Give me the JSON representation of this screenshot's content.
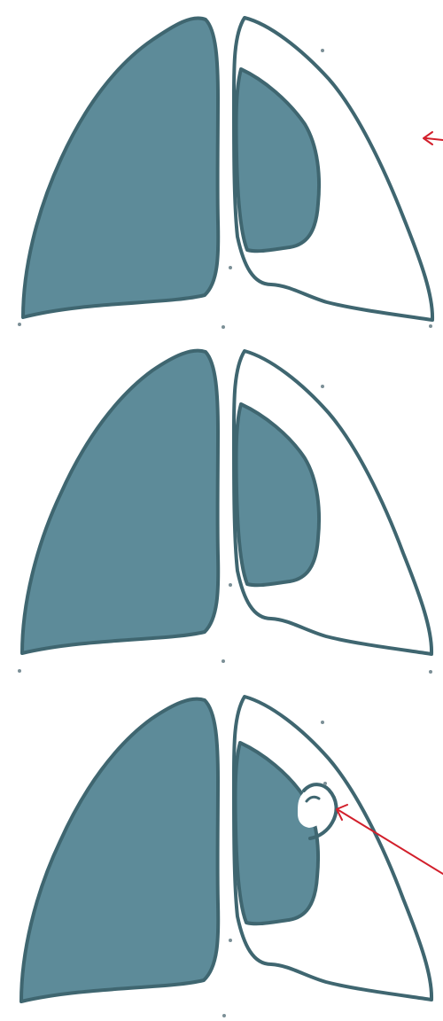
{
  "figure": {
    "panels": [
      {
        "id": "top-panel"
      },
      {
        "id": "middle-panel"
      },
      {
        "id": "bottom-panel"
      }
    ]
  },
  "colors": {
    "lung_fill": "#5d8b99",
    "lung_outline": "#3f6670",
    "background": "#ffffff",
    "arrow": "#d21f2b"
  }
}
